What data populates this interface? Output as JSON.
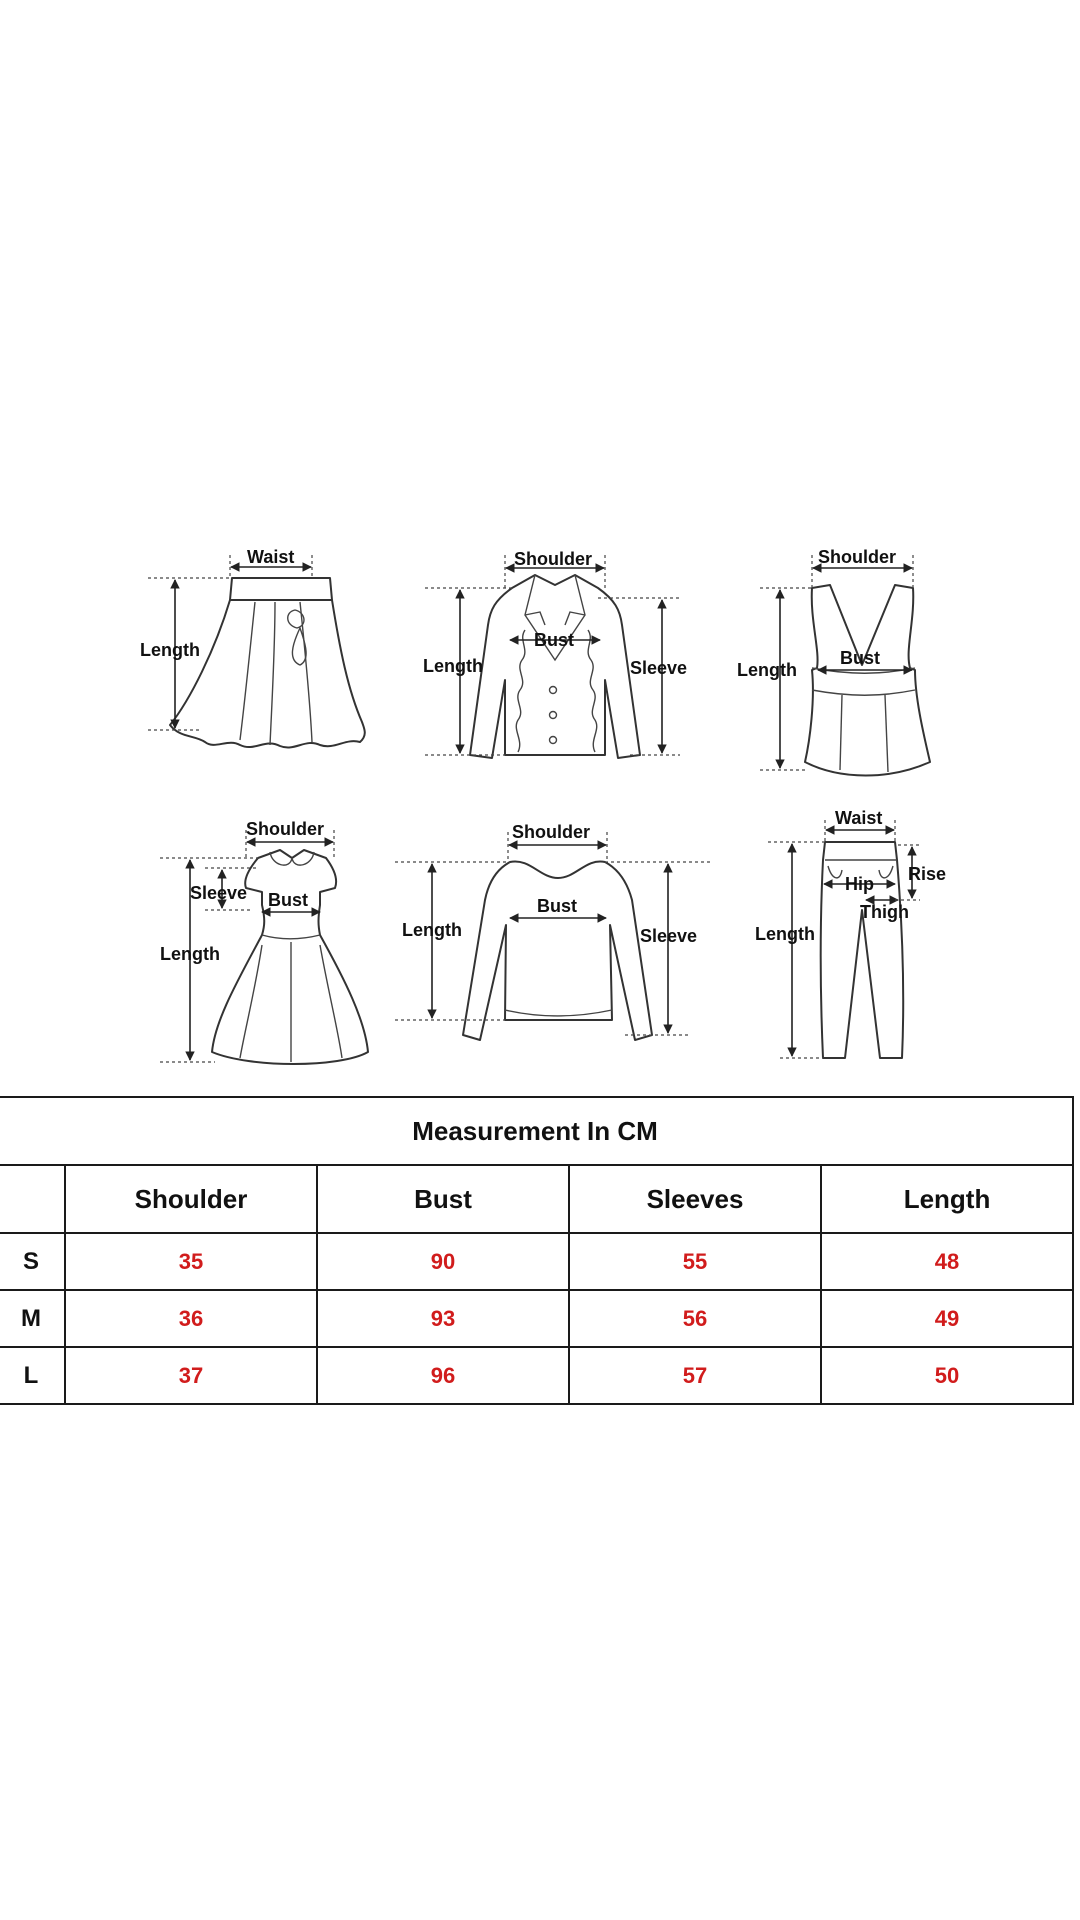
{
  "diagram_labels": {
    "skirt": {
      "waist": "Waist",
      "length": "Length"
    },
    "jacket": {
      "shoulder": "Shoulder",
      "bust": "Bust",
      "length": "Length",
      "sleeve": "Sleeve"
    },
    "vest": {
      "shoulder": "Shoulder",
      "bust": "Bust",
      "length": "Length"
    },
    "dress": {
      "shoulder": "Shoulder",
      "sleeve": "Sleeve",
      "bust": "Bust",
      "length": "Length"
    },
    "sweater": {
      "shoulder": "Shoulder",
      "bust": "Bust",
      "length": "Length",
      "sleeve": "Sleeve"
    },
    "pants": {
      "waist": "Waist",
      "rise": "Rise",
      "hip": "Hip",
      "thigh": "Thigh",
      "length": "Length"
    }
  },
  "table": {
    "title": "Measurement In CM",
    "headers": [
      "",
      "Shoulder",
      "Bust",
      "Sleeves",
      "Length"
    ],
    "rows": [
      {
        "size": "S",
        "values": [
          "35",
          "90",
          "55",
          "48"
        ]
      },
      {
        "size": "M",
        "values": [
          "36",
          "93",
          "56",
          "49"
        ]
      },
      {
        "size": "L",
        "values": [
          "37",
          "96",
          "57",
          "50"
        ]
      }
    ]
  },
  "colors": {
    "value_text": "#d11c1c",
    "border": "#1a1a1a"
  }
}
